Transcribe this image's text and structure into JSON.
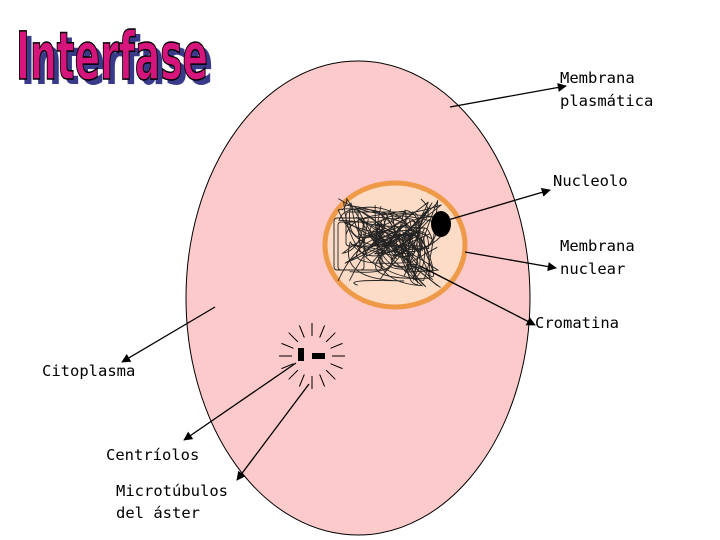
{
  "title": "Interfase",
  "labels": {
    "membrana_plasmatica": [
      "Membrana",
      "plasmática"
    ],
    "nucleolo": "Nucleolo",
    "membrana_nuclear": [
      "Membrana",
      "nuclear"
    ],
    "cromatina": "Cromatina",
    "citoplasma": "Citoplasma",
    "centriolos": "Centríolos",
    "microtubulos": [
      "Microtúbulos",
      "del áster"
    ]
  },
  "colors": {
    "title_fill": "#d6157c",
    "title_shadow": "#3a3a8a",
    "cell_fill": "#fccaca",
    "nuclear_membrane": "#ee9a48",
    "nucleus_fill": "#fcdcc6",
    "chromatin": "#222222",
    "nucleolus": "#000000",
    "arrows": "#000000"
  }
}
